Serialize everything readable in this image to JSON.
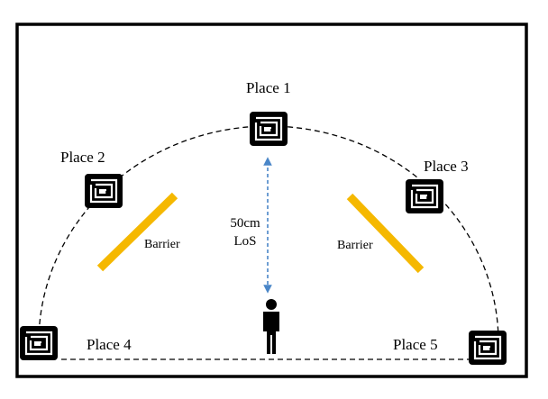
{
  "places": [
    {
      "id": 1,
      "label": "Place 1"
    },
    {
      "id": 2,
      "label": "Place 2"
    },
    {
      "id": 3,
      "label": "Place 3"
    },
    {
      "id": 4,
      "label": "Place 4"
    },
    {
      "id": 5,
      "label": "Place 5"
    }
  ],
  "barriers": [
    {
      "id": "left",
      "label": "Barrier"
    },
    {
      "id": "right",
      "label": "Barrier"
    }
  ],
  "distance": {
    "value": "50cm",
    "kind": "LoS"
  },
  "icons": {
    "tag": "rfid-tag-icon",
    "person": "person-icon"
  },
  "colors": {
    "frame": "#000000",
    "barrier": "#f5b800",
    "distance_arrow": "#4a86c8",
    "path": "#000000"
  }
}
